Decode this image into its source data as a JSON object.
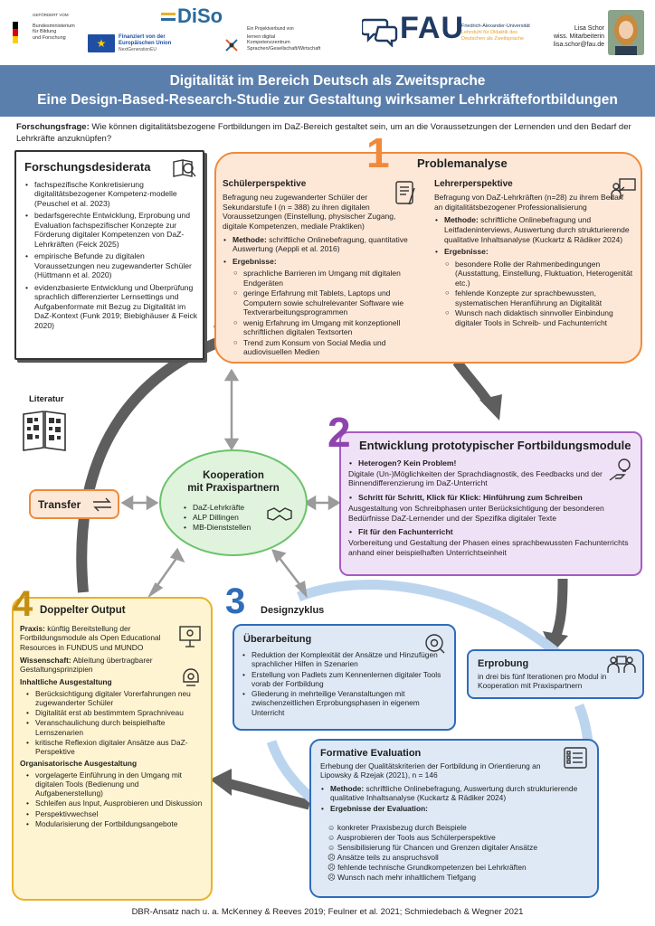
{
  "header": {
    "bmbf_top": "GEFÖRDERT VOM",
    "bmbf_name": [
      "Bundesministerium",
      "für Bildung",
      "und Forschung"
    ],
    "eu_line1": "Finanziert von der",
    "eu_line2": "Europäischen Union",
    "eu_line3": "NextGenerationEU",
    "diso": "DiSo",
    "lkz_top": "Ein Projektverbund von",
    "lkz_name": [
      "lernen:digital",
      "Kompetenzzentrum",
      "Sprachen/Gesellschaft/Wirtschaft"
    ],
    "fau": "FAU",
    "fau_uni": [
      "Friedrich-Alexander-Universität",
      "Lehrstuhl für Didaktik des",
      "Deutschen als Zweitsprache"
    ],
    "author_name": "Lisa Schor",
    "author_role": "wiss. Mitarbeiterin",
    "author_email": "lisa.schor@fau.de"
  },
  "colors": {
    "banner": "#5b7fad",
    "orange": "#f08a3a",
    "purple": "#a65bc4",
    "green": "#6cc26a",
    "yellow": "#e8b22a",
    "blue": "#2f6cba"
  },
  "title": {
    "line1": "Digitalität im Bereich Deutsch als Zweitsprache",
    "line2": "Eine Design-Based-Research-Studie zur Gestaltung wirksamer Lehrkräftefortbildungen"
  },
  "question": {
    "label": "Forschungsfrage:",
    "text": " Wie können digitalitätsbezogene Fortbildungen im DaZ-Bereich gestaltet sein, um an die Voraussetzungen der Lernenden und den Bedarf der Lehrkräfte anzuknüpfen?"
  },
  "desiderata": {
    "title": "Forschungsdesiderata",
    "items": [
      "fachspezifische Konkretisierung digitalitätsbezogener Kompetenz-modelle (Peuschel et al. 2023)",
      "bedarfsgerechte Entwicklung, Erprobung und Evaluation fachspezifischer Konzepte zur Förderung digitaler Kompetenzen von DaZ-Lehrkräften (Feick 2025)",
      "empirische Befunde zu digitalen Voraussetzungen neu zugewanderter Schüler (Hüttmann et al. 2020)",
      "evidenzbasierte Entwicklung und Überprüfung sprachlich differenzierter Lernsettings und Aufgabenformate mit Bezug zu Digitalität im DaZ-Kontext (Funk 2019; Biebighäuser & Feick 2020)"
    ]
  },
  "literatur": {
    "label": "Literatur",
    "icon": "qr-code-book-icon"
  },
  "problem": {
    "number": "1",
    "title": "Problemanalyse",
    "schueler": {
      "heading": "Schülerperspektive",
      "intro": "Befragung neu zugewanderter Schüler der Sekundarstufe I (n = 388) zu ihren digitalen Voraussetzungen (Einstellung, physischer Zugang, digitale Kompetenzen, mediale Praktiken)",
      "method_label": "Methode:",
      "method": " schriftliche Onlinebefragung, quantitative Auswertung (Aeppli et al. 2016)",
      "results_label": "Ergebnisse:",
      "results": [
        "sprachliche Barrieren im Umgang mit digitalen Endgeräten",
        "geringe Erfahrung mit Tablets, Laptops und Computern sowie schulrelevanter Software wie Textverarbeitungsprogrammen",
        "wenig Erfahrung im Umgang mit konzeptionell schriftlichen digitalen Textsorten",
        "Trend zum Konsum von Social Media und audiovisuellen Medien"
      ]
    },
    "lehrer": {
      "heading": "Lehrerperspektive",
      "intro": "Befragung von DaZ-Lehrkräften (n=28) zu ihrem Bedarf an digitalitätsbezogener Professionalisierung",
      "method_label": "Methode:",
      "method": " schriftliche Onlinebefragung und Leitfadeninterviews, Auswertung durch strukturierende qualitative Inhaltsanalyse (Kuckartz & Rädiker 2024)",
      "results_label": "Ergebnisse:",
      "results": [
        "besondere Rolle der Rahmenbedingungen (Ausstattung, Einstellung, Fluktuation, Heterogenität etc.)",
        "fehlende Konzepte zur sprachbewussten, systematischen Heranführung an Digitalität",
        "Wunsch nach didaktisch sinnvoller Einbindung digitaler Tools in Schreib- und Fachunterricht"
      ]
    }
  },
  "entwicklung": {
    "number": "2",
    "title": "Entwicklung prototypischer Fortbildungsmodule",
    "modules": [
      {
        "heading": "Heterogen? Kein Problem!",
        "text": "Digitale (Un-)Möglichkeiten der Sprachdiagnostik, des Feedbacks und der Binnendifferenzierung im DaZ-Unterricht"
      },
      {
        "heading": "Schritt für Schritt, Klick für Klick: Hinführung zum Schreiben",
        "text": "Ausgestaltung von Schreibphasen unter Berücksichtigung der besonderen Bedürfnisse DaZ-Lernender und der Spezifika digitaler Texte"
      },
      {
        "heading": "Fit für den Fachunterricht",
        "text": "Vorbereitung und Gestaltung der Phasen eines sprachbewussten Fachunterrichts anhand einer beispielhaften Unterrichtseinheit"
      }
    ]
  },
  "kooperation": {
    "title_line1": "Kooperation",
    "title_line2": "mit Praxispartnern",
    "items": [
      "DaZ-Lehrkräfte",
      "ALP Dillingen",
      "MB-Dienststellen"
    ]
  },
  "transfer": {
    "label": "Transfer"
  },
  "design": {
    "number": "3",
    "title": "Designzyklus"
  },
  "ueberarbeitung": {
    "title": "Überarbeitung",
    "items": [
      "Reduktion der Komplexität der Ansätze und Hinzufügen sprachlicher Hilfen in Szenarien",
      "Erstellung von Padlets zum Kennenlernen digitaler Tools vorab der Fortbildung",
      "Gliederung in mehrteilige Veranstaltungen mit zwischenzeitlichen Erprobungsphasen in eigenem Unterricht"
    ]
  },
  "erprobung": {
    "title": "Erprobung",
    "text": "in drei bis fünf Iterationen pro Modul in Kooperation mit Praxispartnern"
  },
  "formativ": {
    "title": "Formative Evaluation",
    "intro": "Erhebung der Qualitätskriterien der Fortbildung in Orientierung an Lipowsky & Rzejak (2021), n = 146",
    "method_label": "Methode:",
    "method": " schriftliche Onlinebefragung, Auswertung durch strukturierende qualitative Inhaltsanalyse (Kuckartz & Rädiker 2024)",
    "results_label": "Ergebnisse der Evaluation:",
    "positive": [
      "konkreter Praxisbezug durch Beispiele",
      "Ausprobieren der Tools aus Schülerperspektive",
      "Sensibilisierung für Chancen und Grenzen digitaler Ansätze"
    ],
    "negative": [
      "Ansätze teils zu anspruchsvoll",
      "fehlende technische Grundkompetenzen bei Lehrkräften",
      "Wunsch nach mehr inhaltlichem Tiefgang"
    ]
  },
  "output": {
    "number": "4",
    "title": "Doppelter Output",
    "praxis_label": "Praxis:",
    "praxis": " künftig Bereitstellung der Fortbildungsmodule als Open Educational Resources in FUNDUS und MUNDO",
    "wiss_label": "Wissenschaft:",
    "wiss": " Ableitung übertragbarer Gestaltungsprinzipien",
    "inhalt_heading": "Inhaltliche Ausgestaltung",
    "inhalt": [
      "Berücksichtigung digitaler Vorerfahrungen neu zugewanderter Schüler",
      "Digitalität erst ab bestimmtem Sprachniveau",
      "Veranschaulichung durch beispielhafte Lernszenarien",
      "kritische Reflexion digitaler Ansätze aus DaZ-Perspektive"
    ],
    "org_heading": "Organisatorische Ausgestaltung",
    "org": [
      "vorgelagerte Einführung in den Umgang mit digitalen Tools (Bedienung und Aufgabenerstellung)",
      "Schleifen aus Input, Ausprobieren und Diskussion",
      "Perspektivwechsel",
      "Modularisierung der Fortbildungsangebote"
    ]
  },
  "footer": "DBR-Ansatz nach u. a. McKenney & Reeves 2019; Feulner et al. 2021; Schmiedebach & Wegner 2021"
}
